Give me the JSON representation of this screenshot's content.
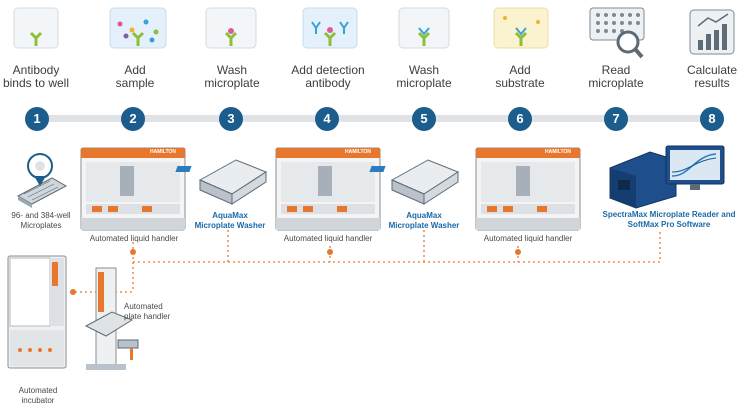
{
  "steps": [
    {
      "number": "1",
      "title": [
        "Antibody",
        "binds to well"
      ]
    },
    {
      "number": "2",
      "title": [
        "Add",
        "sample"
      ]
    },
    {
      "number": "3",
      "title": [
        "Wash",
        "microplate"
      ]
    },
    {
      "number": "4",
      "title": [
        "Add detection",
        "antibody"
      ]
    },
    {
      "number": "5",
      "title": [
        "Wash",
        "microplate"
      ]
    },
    {
      "number": "6",
      "title": [
        "Add",
        "substrate"
      ]
    },
    {
      "number": "7",
      "title": [
        "Read",
        "microplate"
      ]
    },
    {
      "number": "8",
      "title": [
        "Calculate",
        "results"
      ]
    }
  ],
  "equipment": {
    "microplates": [
      "96- and 384-well",
      "Microplates"
    ],
    "liquid_handler_1": "Automated liquid handler",
    "washer_1": [
      "AquaMax",
      "Microplate Washer"
    ],
    "liquid_handler_2": "Automated liquid handler",
    "washer_2": [
      "AquaMax",
      "Microplate Washer"
    ],
    "liquid_handler_3": "Automated liquid handler",
    "reader": [
      "SpectraMax Microplate Reader and",
      "SoftMax Pro Software"
    ],
    "plate_handler": [
      "Automated",
      "plate handler"
    ],
    "incubator": [
      "Automated",
      "incubator"
    ]
  },
  "hamilton_brand": "HAMILTON",
  "colors": {
    "step_circle": "#1c5d8e",
    "accent_orange": "#e8772e",
    "track": "#dfe3e6",
    "link_blue": "#1a6aa8"
  }
}
